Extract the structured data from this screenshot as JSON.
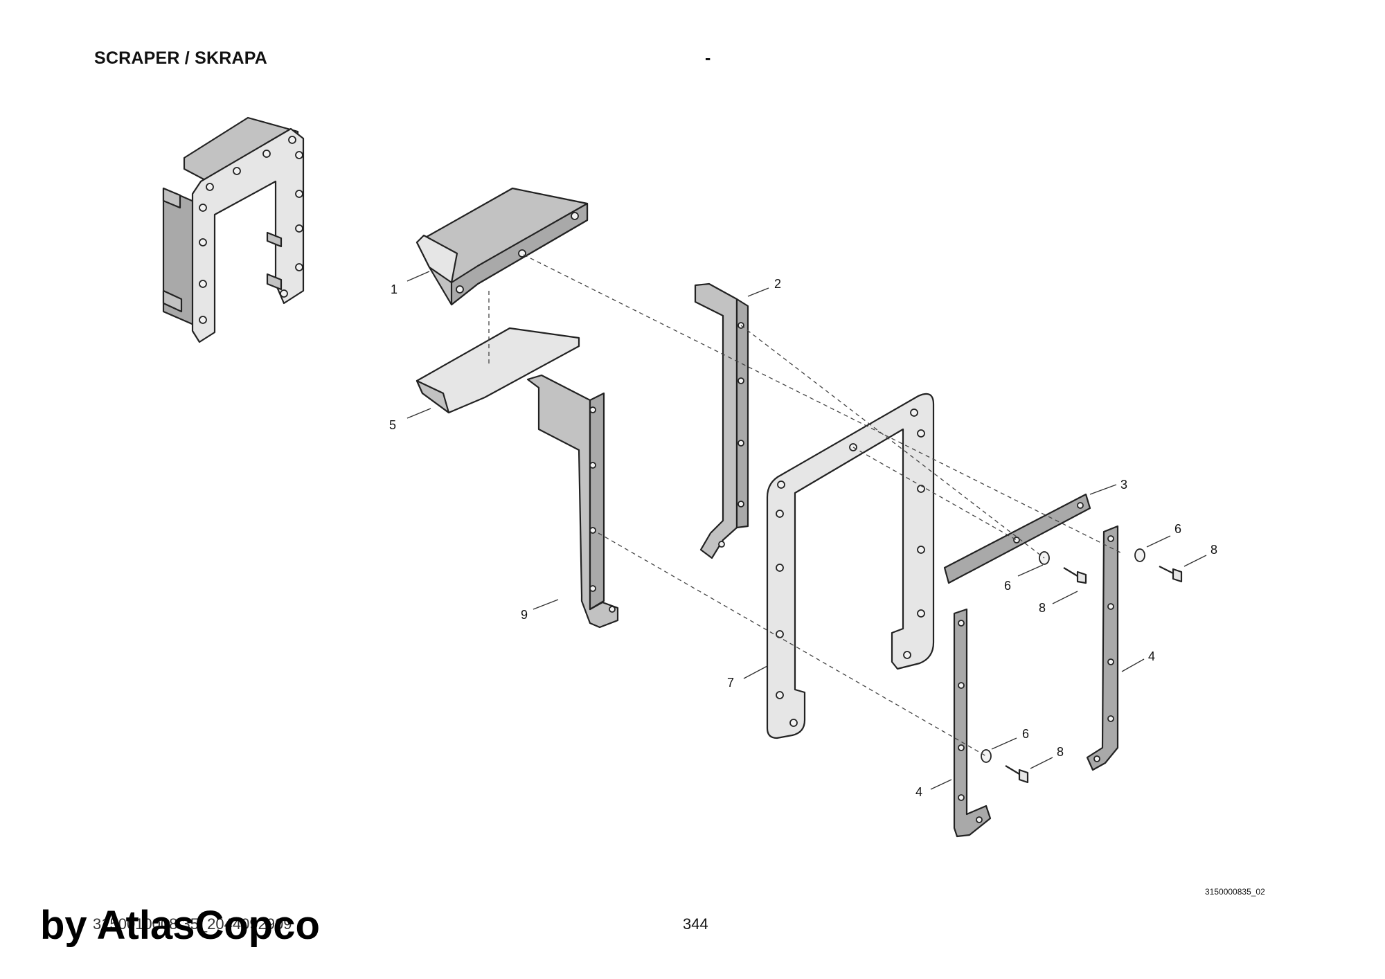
{
  "header": {
    "title": "SCRAPER / SKRAPA",
    "separator": "-"
  },
  "drawing": {
    "drawing_id": "3150000835_02",
    "callouts": [
      "1",
      "2",
      "3",
      "4",
      "4",
      "5",
      "6",
      "6",
      "6",
      "7",
      "8",
      "8",
      "8",
      "9"
    ]
  },
  "footer": {
    "doc_code": "3150010008 35_2044092909",
    "page_number": "344",
    "watermark": "by AtlasCopco"
  }
}
